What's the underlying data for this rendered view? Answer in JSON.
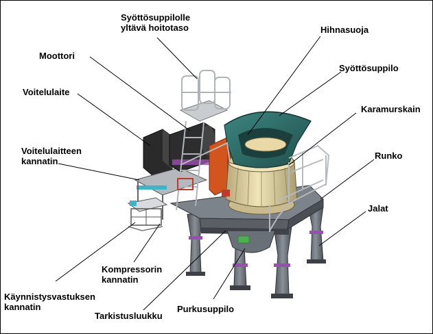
{
  "labels": {
    "maintenance_platform": "Syöttösuppilolle\nyltävä hoitotaso",
    "belt_guard": "Hihnasuoja",
    "motor": "Moottori",
    "feed_hopper": "Syöttösuppilo",
    "lubrication_unit": "Voitelulaite",
    "cascade_chamber": "Karamurskain",
    "lubrication_bracket": "Voitelulaitteen\nkannatin",
    "frame": "Runko",
    "legs": "Jalat",
    "compressor_bracket": "Kompressorin\nkannatin",
    "starter_bracket": "Käynnistysvastuksen\nkannatin",
    "inspection_hatch": "Tarkistusluukku",
    "discharge_hopper": "Purkusuppilo"
  },
  "colors": {
    "hopper_teal": "#2f6e6a",
    "crusher_cream": "#e6d9a8",
    "guard_orange": "#d2551e",
    "frame_grey": "#6e737a",
    "rail_grey": "#c9ccd0",
    "motor_black": "#2a2a2a",
    "accent_cyan": "#3fb4c8",
    "accent_purple": "#9a4fb0",
    "accent_green": "#4caf50",
    "accent_red": "#c0392b"
  }
}
